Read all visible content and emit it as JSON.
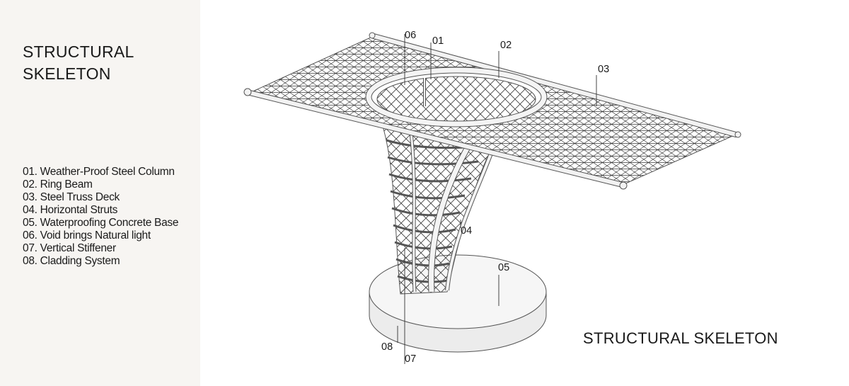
{
  "sidebar": {
    "title_line1": "STRUCTURAL",
    "title_line2": "SKELETON",
    "legend": [
      "01. Weather-Proof Steel Column",
      "02. Ring Beam",
      "03. Steel Truss Deck",
      "04. Horizontal Struts",
      "05. Waterproofing Concrete Base",
      "06. Void brings Natural light",
      "07. Vertical Stiffener",
      "08. Cladding System"
    ]
  },
  "callouts": {
    "c01": "01",
    "c02": "02",
    "c03": "03",
    "c04": "04",
    "c05": "05",
    "c06": "06",
    "c07": "07",
    "c08": "08"
  },
  "main_title": "STRUCTURAL SKELETON",
  "colors": {
    "sidebar_bg": "#f7f5f2",
    "structure_fill": "#f2f2f2",
    "structure_stroke": "#555555",
    "mesh": "#3a3a3a",
    "text": "#1a1a1a"
  }
}
